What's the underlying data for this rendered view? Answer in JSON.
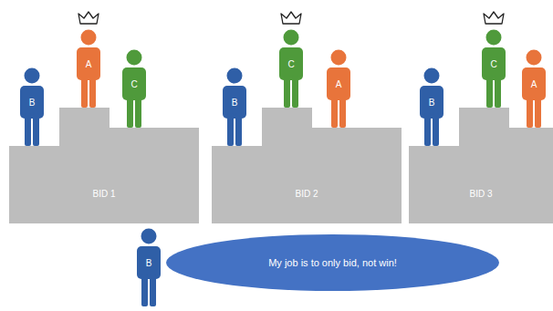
{
  "diagram": {
    "nodes": [
      {
        "text": [
          "B"
        ]
      },
      {
        "text": [
          "A"
        ]
      },
      {
        "text": [
          "C"
        ]
      },
      {
        "text": [
          "BID 1"
        ]
      },
      {
        "text": [
          "B"
        ]
      },
      {
        "text": [
          "C"
        ]
      },
      {
        "text": [
          "A"
        ]
      },
      {
        "text": [
          "BID 2"
        ]
      },
      {
        "text": [
          "B"
        ]
      },
      {
        "text": [
          "C"
        ]
      },
      {
        "text": [
          "A"
        ]
      },
      {
        "text": [
          "BID 3"
        ]
      },
      {
        "text": [
          "B"
        ]
      },
      {
        "text": [
          "My job is to only bid, not win!"
        ]
      }
    ]
  }
}
